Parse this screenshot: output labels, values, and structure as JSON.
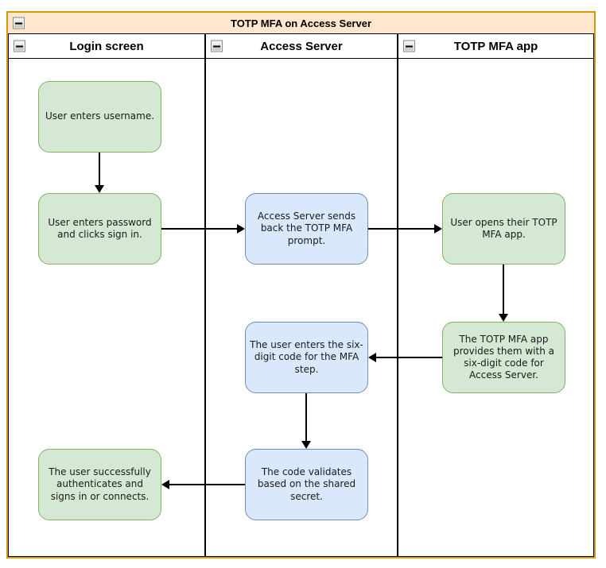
{
  "diagram": {
    "title": "TOTP MFA on Access Server",
    "collapse_icon": "minus-collapse-icon",
    "colors": {
      "pool_fill": "#FFE6CC",
      "pool_border": "#D79B00",
      "lane_fill": "#FFFFFF",
      "lane_border": "#000000",
      "green_fill": "#D5E8D4",
      "green_border": "#82B366",
      "blue_fill": "#DAE8FC",
      "blue_border": "#6C8EBF",
      "arrow": "#000000"
    },
    "lanes": [
      {
        "label": "Login screen"
      },
      {
        "label": "Access Server"
      },
      {
        "label": "TOTP MFA app"
      }
    ],
    "nodes": [
      {
        "id": "user-enters-username",
        "lane": "Login screen",
        "color": "green",
        "text": "User enters username."
      },
      {
        "id": "user-enters-password",
        "lane": "Login screen",
        "color": "green",
        "text": "User enters password and clicks sign in."
      },
      {
        "id": "server-sends-prompt",
        "lane": "Access Server",
        "color": "blue",
        "text": "Access Server sends back the TOTP MFA prompt."
      },
      {
        "id": "user-opens-app",
        "lane": "TOTP MFA app",
        "color": "green",
        "text": "User opens their TOTP MFA app."
      },
      {
        "id": "app-provides-code",
        "lane": "TOTP MFA app",
        "color": "green",
        "text": "The TOTP MFA app provides them with a six-digit code for Access Server."
      },
      {
        "id": "user-enters-code",
        "lane": "Access Server",
        "color": "blue",
        "text": "The user enters the six-digit code for the MFA step."
      },
      {
        "id": "code-validates",
        "lane": "Access Server",
        "color": "blue",
        "text": "The code validates based on the shared secret."
      },
      {
        "id": "user-authenticated",
        "lane": "Login screen",
        "color": "green",
        "text": "The user successfully authenticates and signs in or connects."
      }
    ],
    "edges": [
      {
        "from": "user-enters-username",
        "to": "user-enters-password",
        "direction": "down"
      },
      {
        "from": "user-enters-password",
        "to": "server-sends-prompt",
        "direction": "right"
      },
      {
        "from": "server-sends-prompt",
        "to": "user-opens-app",
        "direction": "right"
      },
      {
        "from": "user-opens-app",
        "to": "app-provides-code",
        "direction": "down"
      },
      {
        "from": "app-provides-code",
        "to": "user-enters-code",
        "direction": "left"
      },
      {
        "from": "user-enters-code",
        "to": "code-validates",
        "direction": "down"
      },
      {
        "from": "code-validates",
        "to": "user-authenticated",
        "direction": "left"
      }
    ]
  }
}
